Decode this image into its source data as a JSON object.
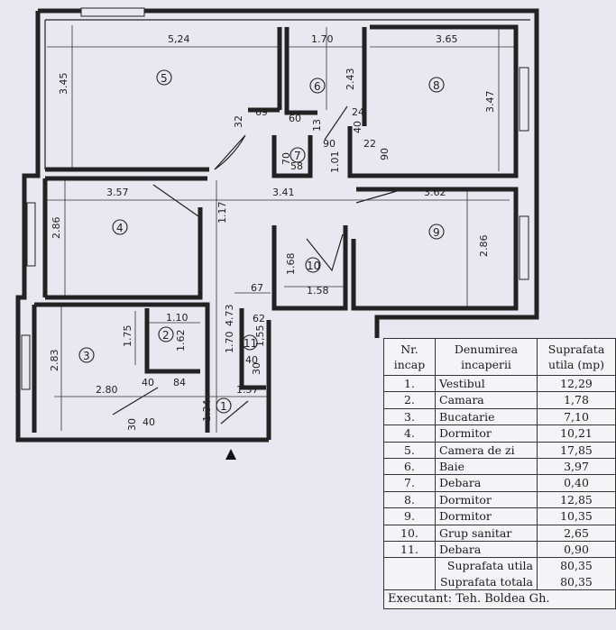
{
  "plan": {
    "dimensions": {
      "d524": "5,24",
      "d345": "3.45",
      "d170a": "1.70",
      "d243": "2.43",
      "d365": "3.65",
      "d347": "3.47",
      "d32": "32",
      "d69": "69",
      "d60": "60",
      "d13": "13",
      "d24": "24",
      "d40a": "40",
      "d22": "22",
      "d90a": "90",
      "d90b": "90",
      "d70": "70",
      "d58": "58",
      "d101": "1.01",
      "d357": "3.57",
      "d341": "3.41",
      "d362": "3.62",
      "d286a": "2.86",
      "d117": "1.17",
      "d286b": "2.86",
      "d168": "1.68",
      "d67": "67",
      "d158": "1.58",
      "d110": "1.10",
      "d62a": "62",
      "d175": "1.75",
      "d162": "1.62",
      "d473": "4.73",
      "d170b": "1.70",
      "d155": "1,55",
      "d40b": "40",
      "d30a": "30",
      "d283": "2.83",
      "d280": "2.80",
      "d40c": "40",
      "d84": "84",
      "d157": "1.57",
      "d134": "1.34",
      "d30b": "30",
      "d40d": "40"
    },
    "rooms": [
      "1",
      "2",
      "3",
      "4",
      "5",
      "6",
      "7",
      "8",
      "9",
      "10",
      "11"
    ]
  },
  "legend": {
    "headers": {
      "nr": "Nr.\nincap",
      "name": "Denumirea\nincaperii",
      "area": "Suprafata\nutila (mp)"
    },
    "rows": [
      {
        "nr": "1.",
        "name": "Vestibul",
        "area": "12,29"
      },
      {
        "nr": "2.",
        "name": "Camara",
        "area": "1,78"
      },
      {
        "nr": "3.",
        "name": "Bucatarie",
        "area": "7,10"
      },
      {
        "nr": "4.",
        "name": "Dormitor",
        "area": "10,21"
      },
      {
        "nr": "5.",
        "name": "Camera de zi",
        "area": "17,85"
      },
      {
        "nr": "6.",
        "name": "Baie",
        "area": "3,97"
      },
      {
        "nr": "7.",
        "name": "Debara",
        "area": "0,40"
      },
      {
        "nr": "8.",
        "name": "Dormitor",
        "area": "12,85"
      },
      {
        "nr": "9.",
        "name": "Dormitor",
        "area": "10,35"
      },
      {
        "nr": "10.",
        "name": "Grup sanitar",
        "area": "2,65"
      },
      {
        "nr": "11.",
        "name": "Debara",
        "area": "0,90"
      }
    ],
    "totals": {
      "useful_label": "Suprafata utila",
      "useful_value": "80,35",
      "total_label": "Suprafata totala",
      "total_value": "80,35"
    },
    "footer": "Executant: Teh. Boldea Gh."
  }
}
